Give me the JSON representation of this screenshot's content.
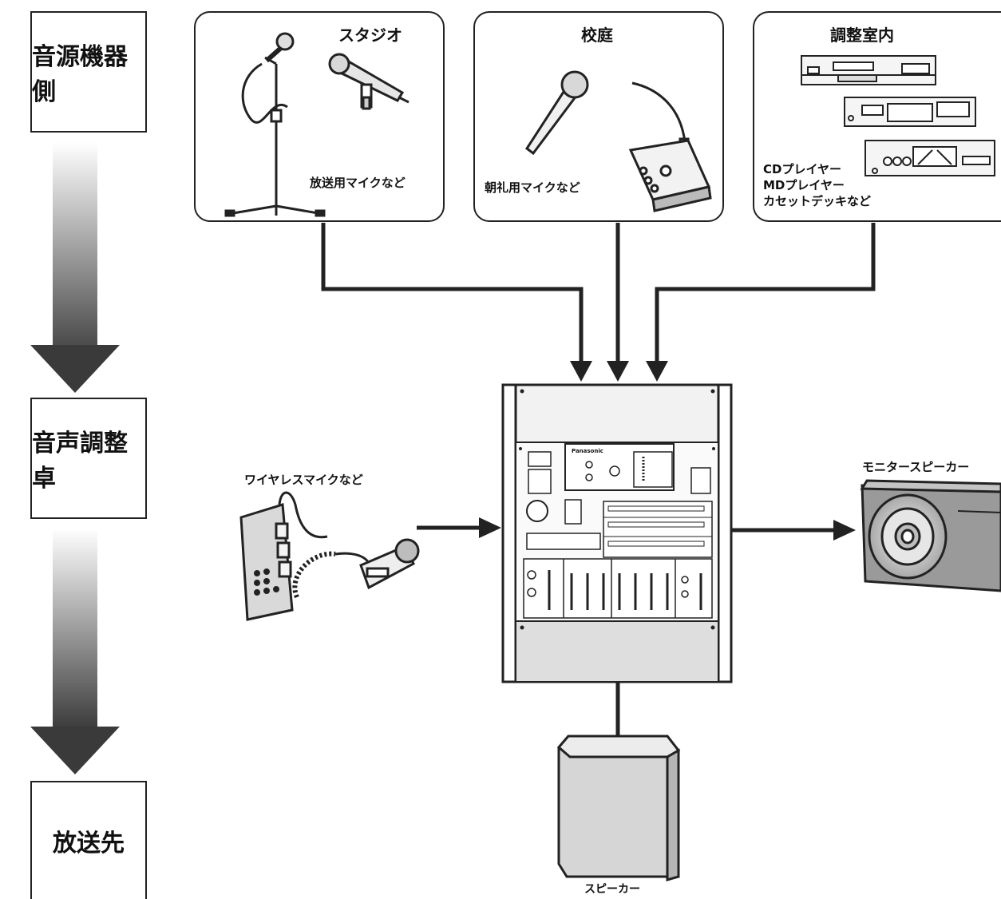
{
  "stages": {
    "source": "音源機器側",
    "mixer": "音声調整卓",
    "destination": "放送先"
  },
  "sources": {
    "studio": {
      "title": "スタジオ",
      "caption": "放送用マイクなど"
    },
    "schoolyard": {
      "title": "校庭",
      "caption": "朝礼用マイクなど"
    },
    "control_room": {
      "title": "調整室内",
      "caption_lines": [
        "CDプレイヤー",
        "MDプレイヤー",
        "カセットデッキなど"
      ]
    }
  },
  "wireless": {
    "caption": "ワイヤレスマイクなど"
  },
  "monitor": {
    "caption": "モニタースピーカー"
  },
  "speaker": {
    "caption": "スピーカー"
  },
  "console": {
    "brand": "Panasonic"
  },
  "colors": {
    "line": "#222222",
    "panel": "#f2f2f2",
    "device": "#dcdcdc",
    "arrow_dark": "#2a2a2a",
    "arrow_light": "#ffffff"
  }
}
